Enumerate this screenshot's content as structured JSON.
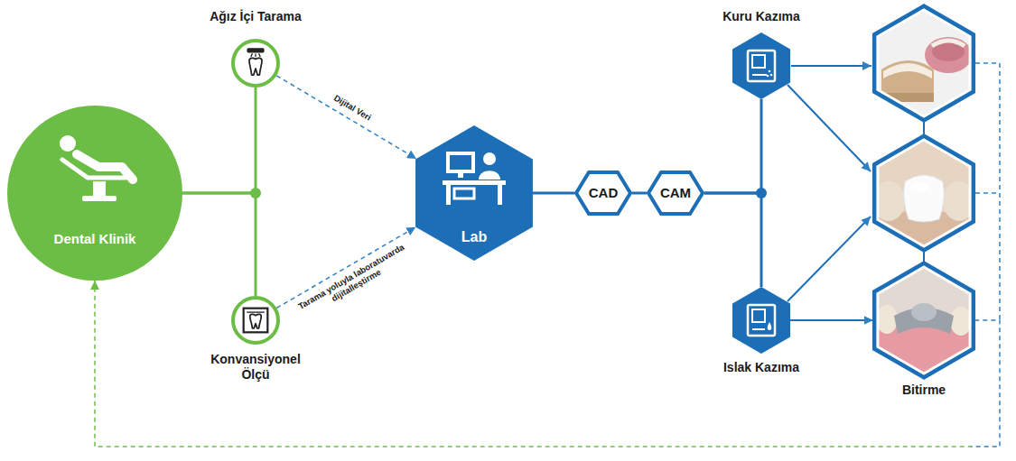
{
  "diagram": {
    "nodes": [
      {
        "text": [
          "Dental Klinik"
        ]
      },
      {
        "text": [
          "Ağız İçi Tarama"
        ]
      },
      {
        "text": [
          "Konvansiyonel Ölçü"
        ]
      },
      {
        "text": [
          "Lab"
        ]
      },
      {
        "text": [
          "CAD"
        ]
      },
      {
        "text": [
          "CAM"
        ]
      },
      {
        "text": [
          "Kuru Kazıma"
        ]
      },
      {
        "text": [
          "Islak Kazıma"
        ]
      },
      {
        "text": [
          "Bitirme"
        ]
      }
    ],
    "edges": [
      {
        "from": 0,
        "to": 1,
        "arrow": "none"
      },
      {
        "from": 0,
        "to": 2,
        "arrow": "none"
      },
      {
        "from": 1,
        "to": 3,
        "label": "Dijital Veri",
        "arrow": "to"
      },
      {
        "from": 2,
        "to": 3,
        "label": "Tarama yoluyla laboratuvarda dijitalleştirme",
        "arrow": "to"
      },
      {
        "from": 3,
        "to": 4,
        "arrow": "none"
      },
      {
        "from": 4,
        "to": 5,
        "arrow": "none"
      },
      {
        "from": 5,
        "to": 6,
        "arrow": "none"
      },
      {
        "from": 5,
        "to": 7,
        "arrow": "none"
      },
      {
        "from": 7,
        "to": 8,
        "arrow": "to"
      },
      {
        "from": 8,
        "to": 0,
        "arrow": "to"
      }
    ]
  }
}
